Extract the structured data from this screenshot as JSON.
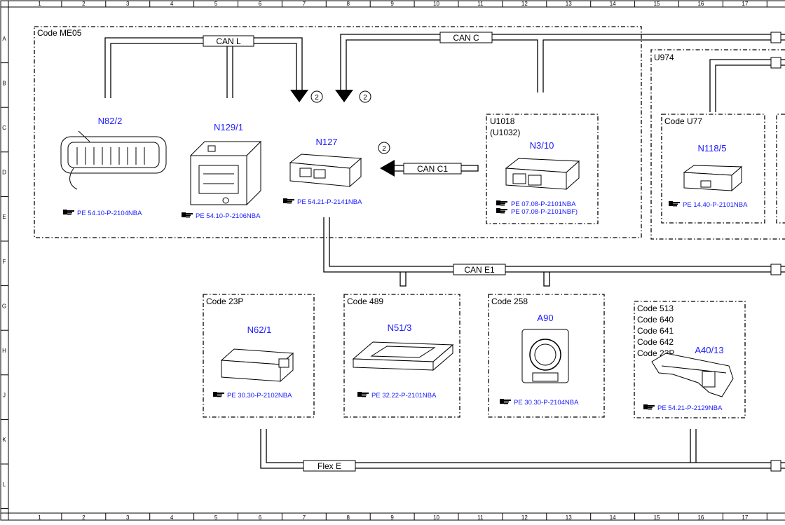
{
  "ruler": {
    "columns": [
      "1",
      "2",
      "3",
      "4",
      "5",
      "6",
      "7",
      "8",
      "9",
      "10",
      "11",
      "12",
      "13",
      "14",
      "15",
      "16",
      "17"
    ],
    "rows": [
      "A",
      "B",
      "C",
      "D",
      "E",
      "F",
      "G",
      "H",
      "J",
      "K",
      "L"
    ]
  },
  "groups": {
    "me05": "Code ME05",
    "u974": "U974",
    "u1018_a": "U1018",
    "u1018_b": "(U1032)",
    "u77": "Code U77",
    "c23p": "Code 23P",
    "c489": "Code 489",
    "c258": "Code 258",
    "multi": [
      "Code 513",
      "Code 640",
      "Code 641",
      "Code 642",
      "Code 23P"
    ]
  },
  "buses": {
    "can_l": "CAN L",
    "can_c": "CAN C",
    "can_c1": "CAN C1",
    "can_e1": "CAN E1",
    "flex_e": "Flex E"
  },
  "marker": "2",
  "components": {
    "n82_2": {
      "name": "N82/2",
      "ref": "PE 54.10-P-2104NBA"
    },
    "n129_1": {
      "name": "N129/1",
      "ref": "PE 54.10-P-2106NBA"
    },
    "n127": {
      "name": "N127",
      "ref": "PE 54.21-P-2141NBA"
    },
    "n3_10": {
      "name": "N3/10",
      "ref1": "PE 07.08-P-2101NBA",
      "ref2": "PE 07.08-P-2101NBF)"
    },
    "n118_5": {
      "name": "N118/5",
      "ref": "PE 14.40-P-2101NBA"
    },
    "n62_1": {
      "name": "N62/1",
      "ref": "PE 30.30-P-2102NBA"
    },
    "n51_3": {
      "name": "N51/3",
      "ref": "PE 32.22-P-2101NBA"
    },
    "a90": {
      "name": "A90",
      "ref": "PE 30.30-P-2104NBA"
    },
    "a40_13": {
      "name": "A40/13",
      "ref": "PE 54.21-P-2129NBA"
    }
  },
  "ref_icon": "pointing-hand-icon"
}
